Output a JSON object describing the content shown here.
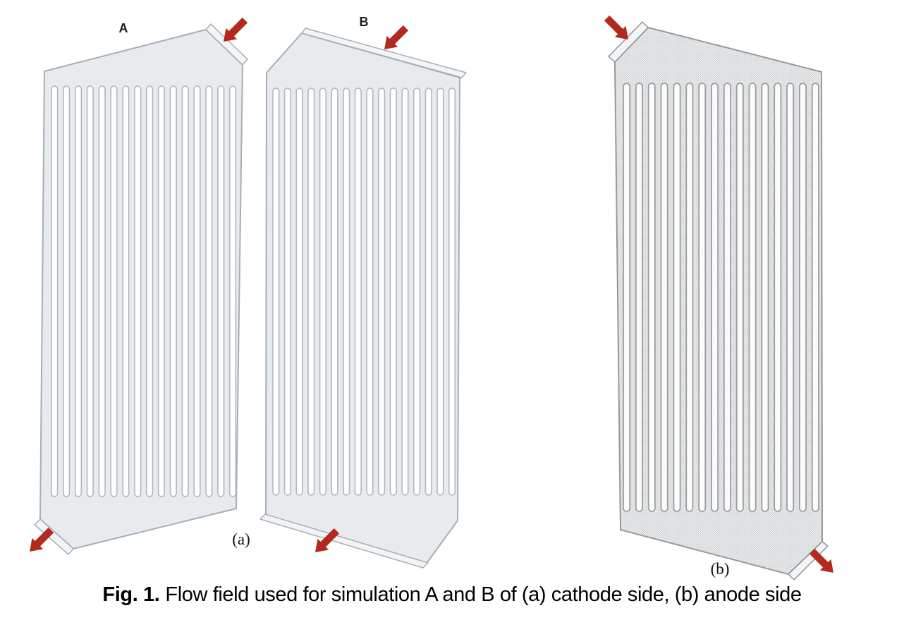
{
  "caption": {
    "label": "Fig. 1.",
    "text": "Flow field used for simulation A and B of (a) cathode side, (b) anode side"
  },
  "labels": {
    "plate_a": "A",
    "plate_b": "B",
    "panel_a": "(a)",
    "panel_b": "(b)"
  },
  "plates": [
    {
      "name": "cathode-plate-a",
      "channel_count": 16,
      "textured": false
    },
    {
      "name": "cathode-plate-b",
      "channel_count": 16,
      "textured": false
    },
    {
      "name": "anode-plate",
      "channel_count": 16,
      "textured": true
    }
  ],
  "arrows": [
    {
      "name": "inlet-arrow-plate-a",
      "direction": "down-left"
    },
    {
      "name": "outlet-arrow-plate-a",
      "direction": "down-left"
    },
    {
      "name": "inlet-arrow-plate-b",
      "direction": "down-left"
    },
    {
      "name": "outlet-arrow-plate-b",
      "direction": "down-left"
    },
    {
      "name": "inlet-arrow-anode",
      "direction": "down-right"
    },
    {
      "name": "outlet-arrow-anode",
      "direction": "down-right"
    }
  ],
  "colors": {
    "arrow_red": "#b22a1d",
    "plate_fill": "#e8ebee",
    "plate_stroke": "#a6aeb6",
    "strip_fill": "#f2f4f6",
    "channel_fill": "#ffffff",
    "channel_stroke": "#b0b7bd",
    "anode_fill": "#e7e8e9",
    "anode_dot": "#c6c8ca",
    "anode_stroke": "#8f9498",
    "anode_channel_fill": "#fbfbfb",
    "anode_channel_stroke": "#9a9ea1"
  }
}
